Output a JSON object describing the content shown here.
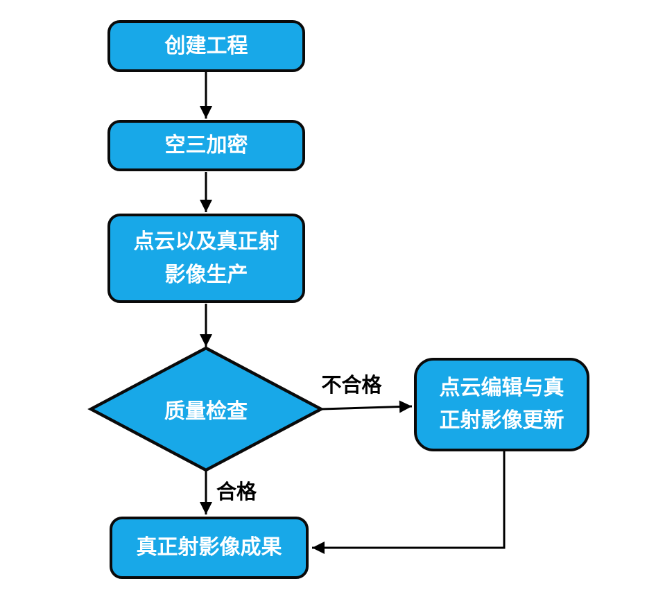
{
  "diagram_title": "true-orthophoto-production-workflow",
  "nodes": {
    "create_project": {
      "label": "创建工程"
    },
    "aerial_triangulation": {
      "label": "空三加密"
    },
    "pointcloud_production": {
      "label": "点云以及真正射\n影像生产"
    },
    "quality_check": {
      "label": "质量检查"
    },
    "pointcloud_edit": {
      "label": "点云编辑与真\n正射影像更新"
    },
    "ortho_result": {
      "label": "真正射影像成果"
    }
  },
  "edge_labels": {
    "fail": "不合格",
    "pass": "合格"
  },
  "colors": {
    "node_fill": "#18a8e8",
    "node_border": "#0a0a0a",
    "node_text": "#ffffff",
    "edge_stroke": "#000000",
    "edge_label_text": "#000000",
    "background": "#ffffff"
  }
}
